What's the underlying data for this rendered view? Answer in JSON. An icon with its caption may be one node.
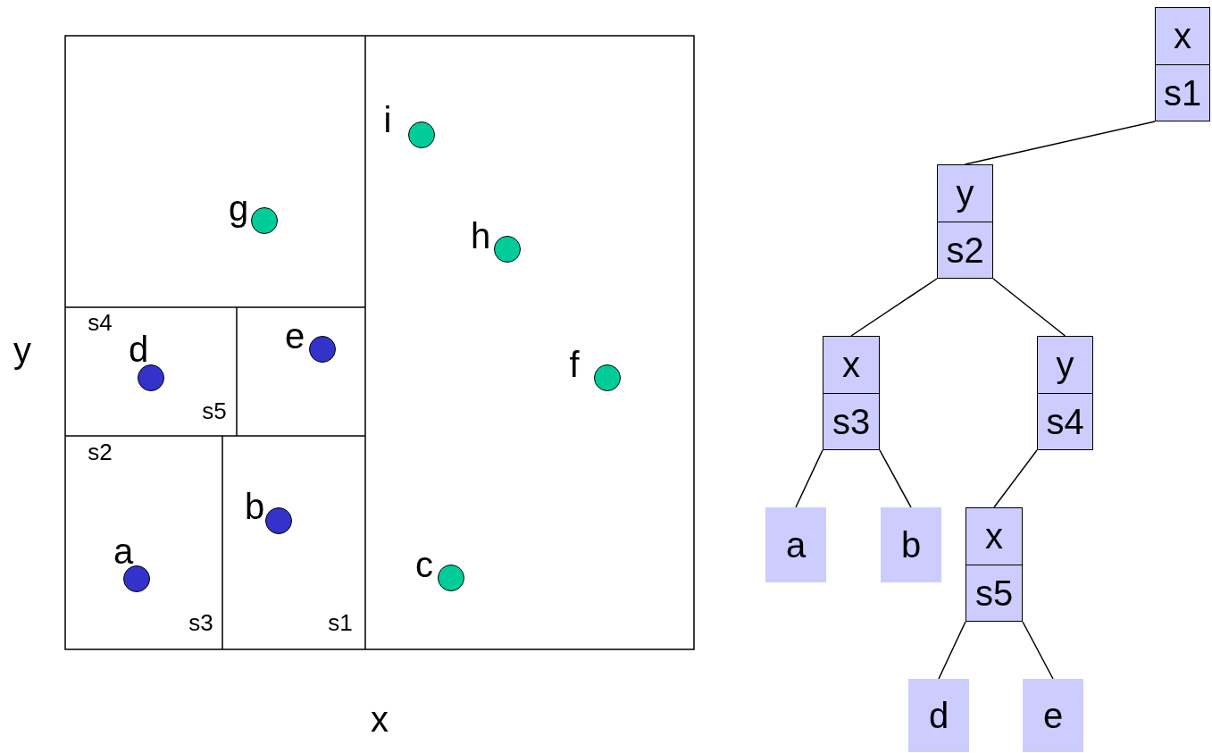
{
  "diagram": {
    "nodes": [
      {
        "text": [],
        "shape": "circle",
        "beside": [
          "i"
        ]
      },
      {
        "text": [],
        "shape": "circle",
        "beside": [
          "g"
        ]
      },
      {
        "text": [],
        "shape": "circle",
        "beside": [
          "h"
        ]
      },
      {
        "text": [],
        "shape": "circle",
        "beside": [
          "e"
        ]
      },
      {
        "text": [],
        "shape": "circle",
        "beside": [
          "d"
        ]
      },
      {
        "text": [],
        "shape": "circle",
        "beside": [
          "f"
        ]
      },
      {
        "text": [],
        "shape": "circle",
        "beside": [
          "b"
        ]
      },
      {
        "text": [],
        "shape": "circle",
        "beside": [
          "c"
        ]
      },
      {
        "text": [],
        "shape": "circle",
        "beside": [
          "a"
        ]
      },
      {
        "text": [
          "x",
          "s1"
        ]
      },
      {
        "text": [
          "y",
          "s2"
        ]
      },
      {
        "text": [
          "x",
          "s3"
        ]
      },
      {
        "text": [
          "y",
          "s4"
        ]
      },
      {
        "text": [
          "a"
        ]
      },
      {
        "text": [
          "b"
        ]
      },
      {
        "text": [
          "x",
          "s5"
        ]
      },
      {
        "text": [
          "d"
        ]
      },
      {
        "text": [
          "e"
        ]
      }
    ],
    "edges": [
      {
        "from": 9,
        "to": 10,
        "arrow": "none"
      },
      {
        "from": 10,
        "to": 11,
        "arrow": "none"
      },
      {
        "from": 10,
        "to": 12,
        "arrow": "none"
      },
      {
        "from": 11,
        "to": 13,
        "arrow": "none"
      },
      {
        "from": 11,
        "to": 14,
        "arrow": "none"
      },
      {
        "from": 12,
        "to": 15,
        "arrow": "none"
      },
      {
        "from": 15,
        "to": 16,
        "arrow": "none"
      },
      {
        "from": 15,
        "to": 17,
        "arrow": "none"
      }
    ],
    "labels": [
      "s4",
      "y",
      "s5",
      "s2",
      "s3",
      "s1",
      "x"
    ]
  }
}
